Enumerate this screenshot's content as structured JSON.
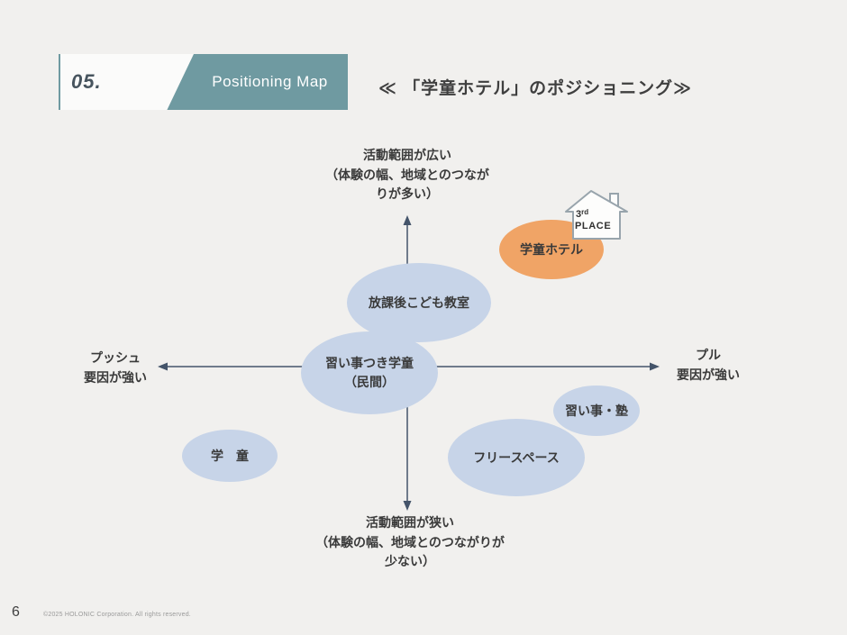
{
  "header": {
    "number": "05.",
    "label": "Positioning Map"
  },
  "title": "≪ 「学童ホテル」のポジショニング≫",
  "axes": {
    "top": "活動範囲が広い\n（体験の幅、地域とのつなが\nりが多い）",
    "bottom": "活動範囲が狭い\n（体験の幅、地域とのつながりが\n少ない）",
    "left": "プッシュ\n要因が強い",
    "right": "プル\n要因が強い"
  },
  "bubbles": [
    {
      "id": "houkago-kodomo-kyoshitsu",
      "label": "放課後こども教室",
      "color": "#c7d4e8"
    },
    {
      "id": "naraigoto-tsuki-gakudou",
      "label": "習い事つき学童\n（民間）",
      "color": "#c7d4e8"
    },
    {
      "id": "gakudou-hotel",
      "label": "学童ホテル",
      "color": "#f0a466"
    },
    {
      "id": "naraigoto-juku",
      "label": "習い事・塾",
      "color": "#c7d4e8"
    },
    {
      "id": "free-space",
      "label": "フリースペース",
      "color": "#c7d4e8"
    },
    {
      "id": "gakudou",
      "label": "学　童",
      "color": "#c7d4e8"
    }
  ],
  "house_badge": {
    "number": "3",
    "suffix": "rd",
    "label": "PLACE"
  },
  "footer": {
    "page": "6",
    "copyright": "©2025 HOLONIC Corporation. All rights reserved."
  },
  "colors": {
    "accent_teal": "#6f9aa1",
    "bubble_blue": "#c7d4e8",
    "bubble_orange": "#f0a466",
    "axis": "#44546a",
    "background": "#f1f0ee"
  }
}
